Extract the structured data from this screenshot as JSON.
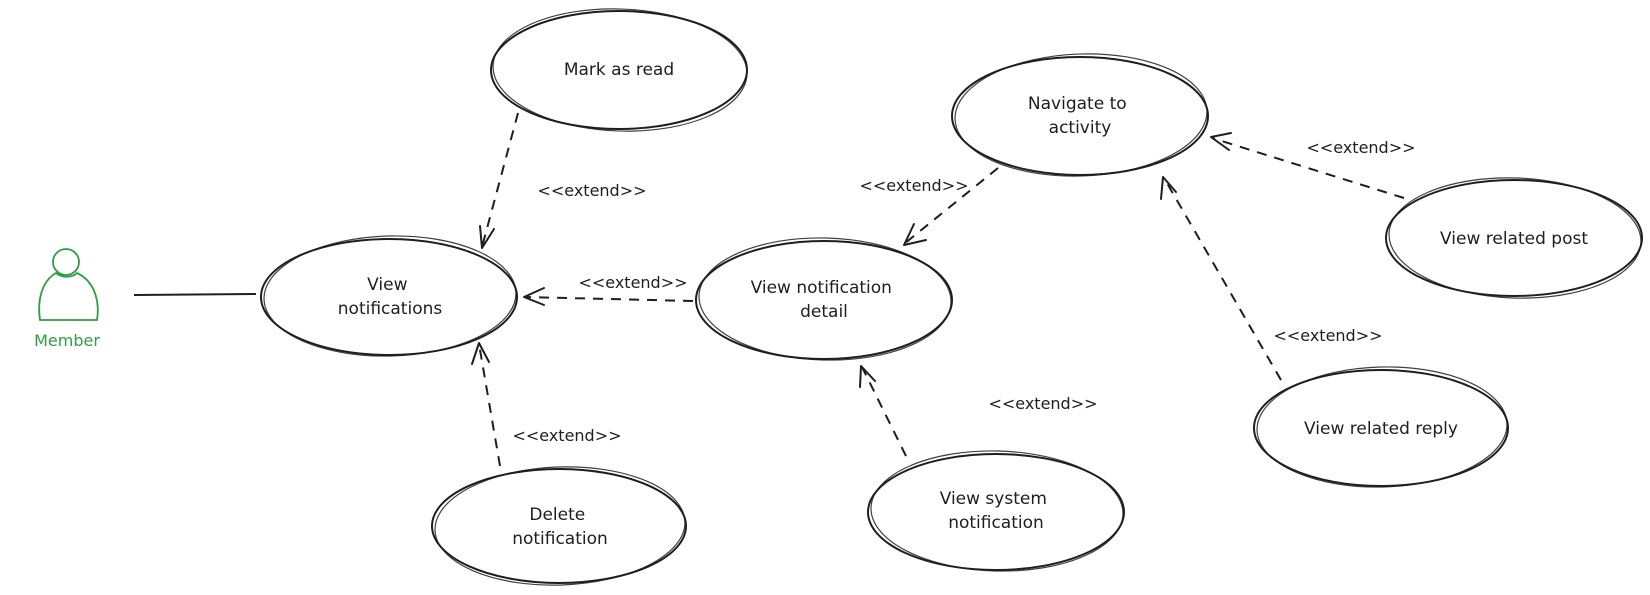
{
  "actor": {
    "label": "Member",
    "color": "#2f9e44"
  },
  "use_cases": {
    "mark_as_read": [
      "Mark as read"
    ],
    "view_notifications": [
      "View",
      "notifications"
    ],
    "delete_notification": [
      "Delete",
      "notification"
    ],
    "view_notification_detail": [
      "View notification",
      "detail"
    ],
    "navigate_to_activity": [
      "Navigate to",
      "activity"
    ],
    "view_system_notification": [
      "View system",
      "notification"
    ],
    "view_related_post": [
      "View related post"
    ],
    "view_related_reply": [
      "View related reply"
    ]
  },
  "relationships": {
    "mark_as_read_extend": "<<extend>>",
    "delete_extend": "<<extend>>",
    "detail_extend": "<<extend>>",
    "navigate_extend": "<<extend>>",
    "system_extend": "<<extend>>",
    "post_extend": "<<extend>>",
    "reply_extend": "<<extend>>"
  },
  "colors": {
    "stroke": "#1e1e1e",
    "actor": "#2f9e44"
  }
}
